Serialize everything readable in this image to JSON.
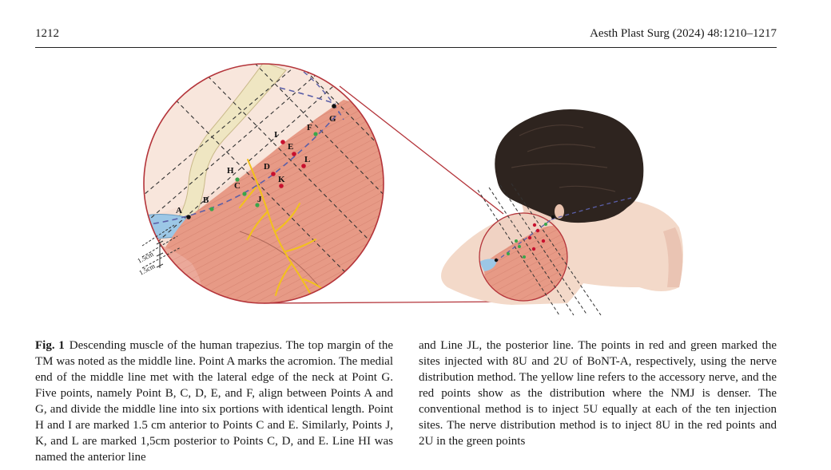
{
  "header": {
    "page_number": "1212",
    "journal": "Aesth Plast Surg (2024) 48:1210–1217"
  },
  "figure": {
    "point_labels": [
      "A",
      "B",
      "C",
      "D",
      "E",
      "F",
      "G",
      "H",
      "I",
      "J",
      "K",
      "L"
    ],
    "measure_top": "1.5cm",
    "measure_bottom": "1.5cm",
    "colors": {
      "muscle": "#e79a86",
      "red_point": "#c8102e",
      "green_point": "#3aa64a",
      "nerve": "#f2c21b",
      "guide_line": "#333333",
      "boundary": "#5b5fa8",
      "zoom_outline": "#b4343a",
      "hair": "#2e241f",
      "skin": "#f3d9c9"
    }
  },
  "caption": {
    "label": "Fig. 1",
    "left_text": "Descending muscle of the human trapezius. The top margin of the TM was noted as the middle line. Point A marks the acromion. The medial end of the middle line met with the lateral edge of the neck at Point G. Five points, namely Point B, C, D, E, and F, align between Points A and G, and divide the middle line into six portions with identical length. Point H and I are marked 1.5 cm anterior to Points C and E. Similarly, Points J, K, and L are marked 1,5cm posterior to Points C, D, and E. Line HI was named the anterior line",
    "right_text": "and Line JL, the posterior line. The points in red and green marked the sites injected with 8U and 2U of BoNT-A, respectively, using the nerve distribution method. The yellow line refers to the accessory nerve, and the red points show as the distribution where the NMJ is denser. The conventional method is to inject 5U equally at each of the ten injection sites. The nerve distribution method is to inject 8U in the red points and 2U in the green points"
  }
}
